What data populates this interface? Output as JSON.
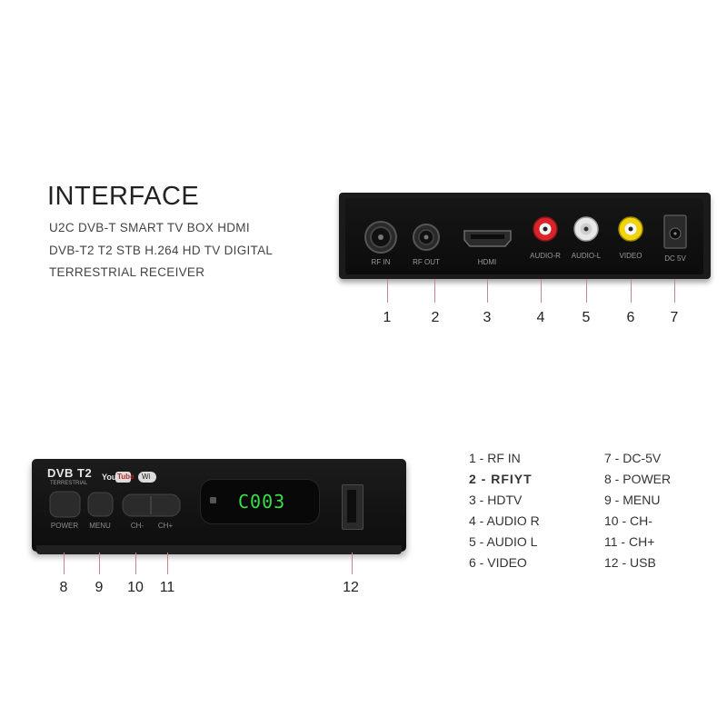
{
  "heading": {
    "title": "INTERFACE",
    "lines": [
      "U2C DVB-T SMART TV BOX HDMI",
      "DVB-T2 T2 STB H.264 HD TV DIGITAL",
      "TERRESTRIAL RECEIVER"
    ]
  },
  "rear_panel": {
    "ports": [
      {
        "label": "RF IN",
        "number": "1"
      },
      {
        "label": "RF OUT",
        "number": "2"
      },
      {
        "label": "HDMI",
        "number": "3"
      },
      {
        "label": "AUDIO-R",
        "number": "4"
      },
      {
        "label": "AUDIO-L",
        "number": "5"
      },
      {
        "label": "VIDEO",
        "number": "6"
      },
      {
        "label": "DC 5V",
        "number": "7"
      }
    ]
  },
  "front_panel": {
    "logo": "DVB T2",
    "logo_sub": "TERRESTRIAL",
    "youtube": "You",
    "youtube_tube": "Tube",
    "display": "C003",
    "buttons": [
      {
        "label": "POWER",
        "number": "8"
      },
      {
        "label": "MENU",
        "number": "9"
      },
      {
        "label": "CH-",
        "number": "10"
      },
      {
        "label": "CH+",
        "number": "11"
      }
    ],
    "usb_number": "12"
  },
  "legend": {
    "left": [
      "1 - RF IN",
      "2 - RFIYT",
      "3 - HDTV",
      "4 - AUDIO R",
      "5 - AUDIO L",
      "6 - VIDEO"
    ],
    "right": [
      "7 - DC-5V",
      "8 - POWER",
      "9 - MENU",
      "10 - CH-",
      "11 - CH+",
      "12 - USB"
    ]
  },
  "colors": {
    "audio_r": "#d8242a",
    "audio_l": "#e8e8e8",
    "video": "#f2d40c",
    "display": "#37e04a",
    "leader": "#c0868a"
  }
}
